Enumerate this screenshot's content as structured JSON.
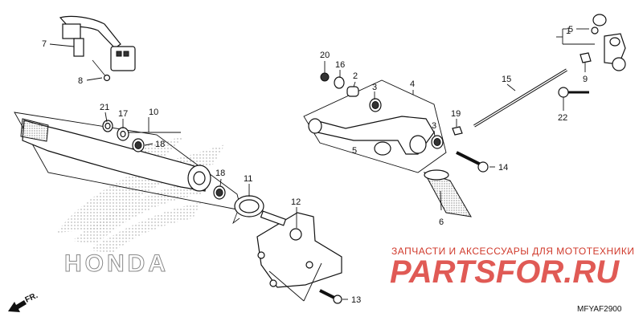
{
  "diagram": {
    "diagram_code": "MFYAF2900",
    "front_indicator": "FR.",
    "brand_watermark": "HONDA",
    "shop_tagline": "ЗАПЧАСТИ И АКСЕССУАРЫ ДЛЯ МОТОТЕХНИКИ",
    "shop_logo": "PARTSFOR.RU",
    "callouts": {
      "n1": "1",
      "n2": "2",
      "n3a": "3",
      "n3b": "3",
      "n4": "4",
      "n5a": "5",
      "n5b": "5",
      "n6": "6",
      "n7": "7",
      "n8": "8",
      "n9": "9",
      "n10": "10",
      "n11": "11",
      "n12": "12",
      "n13": "13",
      "n14": "14",
      "n15": "15",
      "n16": "16",
      "n17": "17",
      "n18a": "18",
      "n18b": "18",
      "n19": "19",
      "n20": "20",
      "n21": "21",
      "n22": "22"
    }
  }
}
